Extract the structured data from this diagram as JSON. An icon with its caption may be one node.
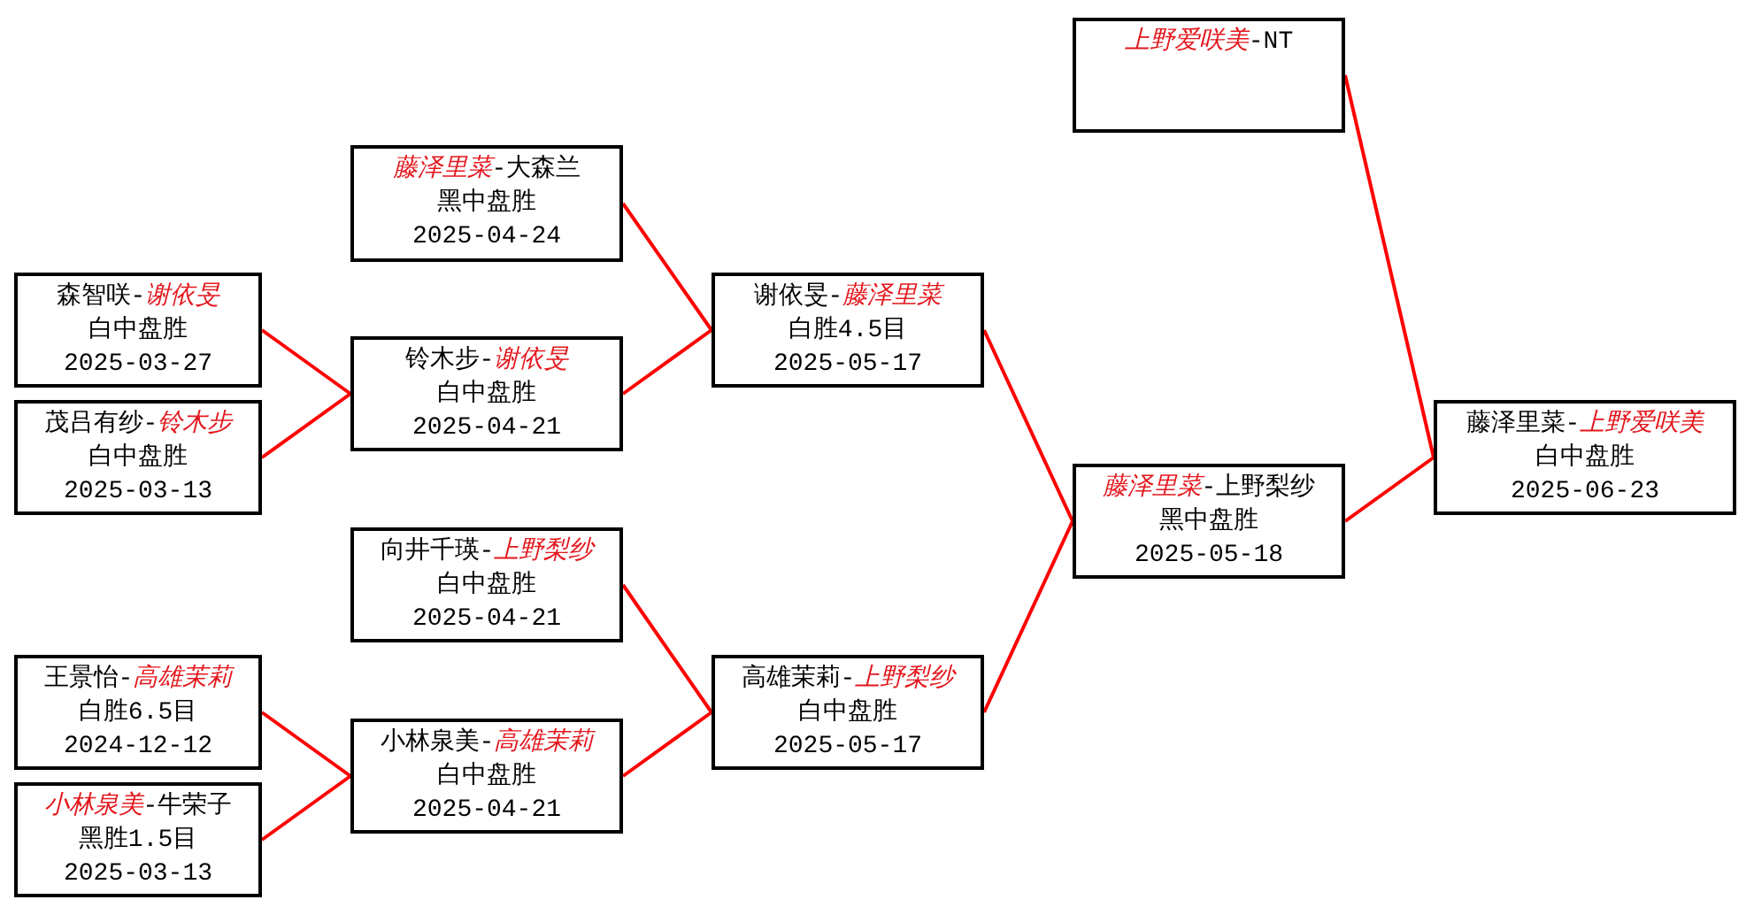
{
  "diagram": {
    "nodes": [
      {
        "text": [
          "森智咲-*谢依旻*",
          "白中盘胜",
          "2025-03-27"
        ]
      },
      {
        "text": [
          "茂吕有纱-*铃木步*",
          "白中盘胜",
          "2025-03-13"
        ]
      },
      {
        "text": [
          "王景怡-*高雄茉莉*",
          "白胜6.5目",
          "2024-12-12"
        ]
      },
      {
        "text": [
          "*小林泉美*-牛荣子",
          "黑胜1.5目",
          "2025-03-13"
        ]
      },
      {
        "text": [
          "*藤泽里菜*-大森兰",
          "黑中盘胜",
          "2025-04-24"
        ]
      },
      {
        "text": [
          "铃木步-*谢依旻*",
          "白中盘胜",
          "2025-04-21"
        ]
      },
      {
        "text": [
          "向井千瑛-*上野梨纱*",
          "白中盘胜",
          "2025-04-21"
        ]
      },
      {
        "text": [
          "小林泉美-*高雄茉莉*",
          "白中盘胜",
          "2025-04-21"
        ]
      },
      {
        "text": [
          "谢依旻-*藤泽里菜*",
          "白胜4.5目",
          "2025-05-17"
        ]
      },
      {
        "text": [
          "高雄茉莉-*上野梨纱*",
          "白中盘胜",
          "2025-05-17"
        ]
      },
      {
        "text": [
          "*上野爱咲美*-NT"
        ]
      },
      {
        "text": [
          "*藤泽里菜*-上野梨纱",
          "黑中盘胜",
          "2025-05-18"
        ]
      },
      {
        "text": [
          "藤泽里菜-*上野爱咲美*",
          "白中盘胜",
          "2025-06-23"
        ]
      }
    ],
    "edges": [
      {
        "from": 0,
        "to": 5,
        "arrow": "none"
      },
      {
        "from": 1,
        "to": 5,
        "arrow": "none"
      },
      {
        "from": 2,
        "to": 7,
        "arrow": "none"
      },
      {
        "from": 3,
        "to": 7,
        "arrow": "none"
      },
      {
        "from": 4,
        "to": 8,
        "arrow": "none"
      },
      {
        "from": 5,
        "to": 8,
        "arrow": "none"
      },
      {
        "from": 6,
        "to": 9,
        "arrow": "none"
      },
      {
        "from": 7,
        "to": 9,
        "arrow": "none"
      },
      {
        "from": 8,
        "to": 11,
        "arrow": "none"
      },
      {
        "from": 9,
        "to": 11,
        "arrow": "none"
      },
      {
        "from": 10,
        "to": 12,
        "arrow": "none"
      },
      {
        "from": 11,
        "to": 12,
        "arrow": "none"
      }
    ]
  }
}
